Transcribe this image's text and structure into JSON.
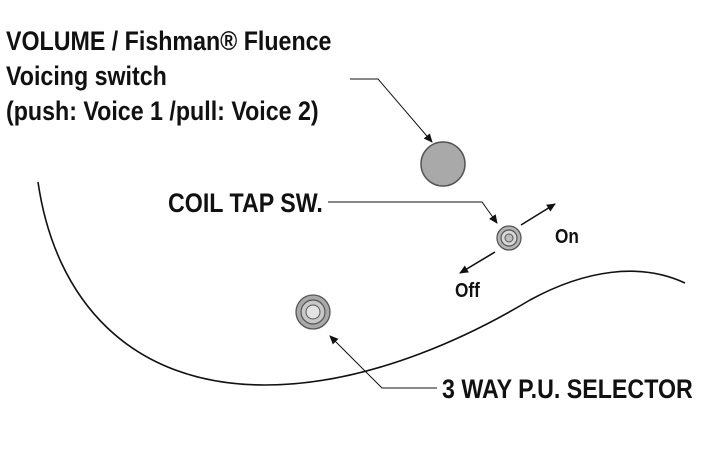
{
  "labels": {
    "volume_line1": "VOLUME / Fishman® Fluence",
    "volume_line2": "Voicing switch",
    "volume_line3": "(push: Voice 1 /pull: Voice 2)",
    "coil_tap": "COIL TAP SW.",
    "on": "On",
    "off": "Off",
    "selector": "3 WAY P.U. SELECTOR"
  },
  "colors": {
    "ink": "#111111",
    "knob_fill": "#a9a9a9",
    "knob_stroke": "#555555"
  }
}
